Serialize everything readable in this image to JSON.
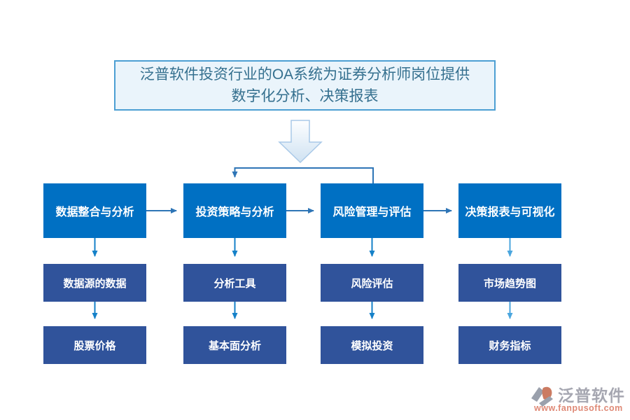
{
  "title": {
    "line1": "泛普软件投资行业的OA系统为证券分析师岗位提供",
    "line2": "数字化分析、决策报表"
  },
  "columns": [
    {
      "head": "数据整合与分析",
      "children": [
        "数据源的数据",
        "股票价格"
      ]
    },
    {
      "head": "投资策略与分析",
      "children": [
        "分析工具",
        "基本面分析"
      ]
    },
    {
      "head": "风险管理与评估",
      "children": [
        "风险评估",
        "模拟投资"
      ]
    },
    {
      "head": "决策报表与可视化",
      "children": [
        "市场趋势图",
        "财务指标"
      ]
    }
  ],
  "watermark": {
    "brand": "泛普软件",
    "url": "www.fanpusoft.com"
  },
  "palette": {
    "level1_box": "#0070C3",
    "level23_box": "#30539B",
    "connector_dark": "#2E75B6",
    "arrow_blue": "#1581C8",
    "arrow_light": "#4BA6DE",
    "title_bg": "#EAF4FB",
    "title_border": "#4C9FD3",
    "title_text": "#35708F",
    "brand_gray": "#A6A7B1",
    "brand_salmon": "#DF8976"
  }
}
